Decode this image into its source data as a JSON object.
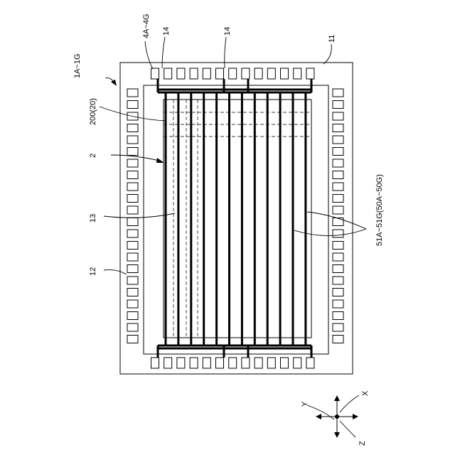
{
  "labels": {
    "ref_1": "1A~1G",
    "ref_4": "4A~4G",
    "ref_14a": "14",
    "ref_14b": "14",
    "ref_11": "11",
    "ref_200": "200(20)",
    "ref_2": "2",
    "ref_13": "13",
    "ref_12": "12",
    "ref_51": "51A~51G(50A~50G)"
  },
  "axes": {
    "x": "X",
    "y": "Y",
    "z": "Z"
  }
}
